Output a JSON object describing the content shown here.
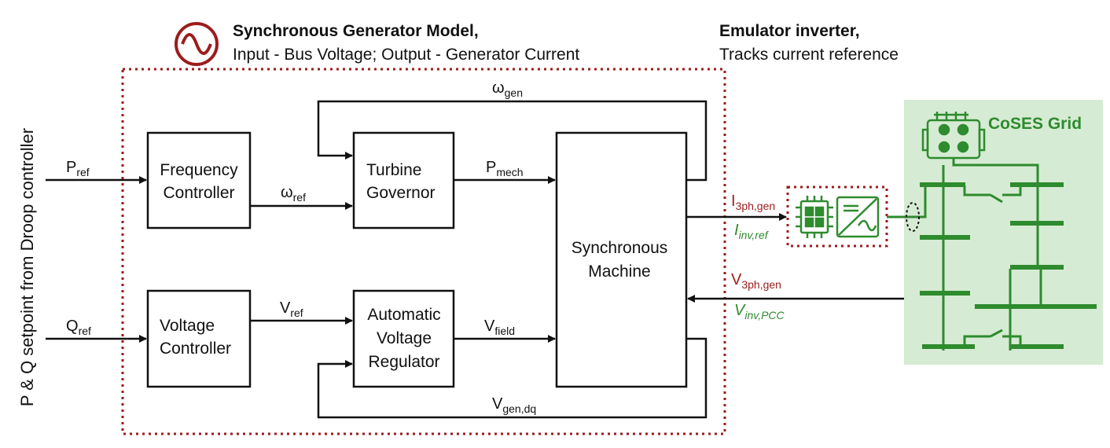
{
  "headers": {
    "sg_title": "Synchronous Generator Model,",
    "sg_subtitle": "Input - Bus Voltage; Output - Generator Current",
    "inv_title": "Emulator inverter,",
    "inv_subtitle": "Tracks current reference"
  },
  "side_label": "P & Q setpoint from Droop controller",
  "blocks": {
    "freq": [
      "Frequency",
      "Controller"
    ],
    "turbine": [
      "Turbine",
      "Governor"
    ],
    "volt": [
      "Voltage",
      "Controller"
    ],
    "avr": [
      "Automatic",
      "Voltage",
      "Regulator"
    ],
    "sync": [
      "Synchronous",
      "Machine"
    ]
  },
  "signals": {
    "p_ref": {
      "main": "P",
      "sub": "ref"
    },
    "q_ref": {
      "main": "Q",
      "sub": "ref"
    },
    "w_ref": {
      "main": "ω",
      "sub": "ref"
    },
    "w_gen": {
      "main": "ω",
      "sub": "gen"
    },
    "p_mech": {
      "main": "P",
      "sub": "mech"
    },
    "v_ref": {
      "main": "V",
      "sub": "ref"
    },
    "v_field": {
      "main": "V",
      "sub": "field"
    },
    "v_gen_dq": {
      "main": "V",
      "sub": "gen,dq"
    },
    "i_3ph_gen": {
      "main": "I",
      "sub": "3ph,gen"
    },
    "i_inv_ref": {
      "main": "I",
      "sub": "inv,ref"
    },
    "v_3ph_gen": {
      "main": "V",
      "sub": "3ph,gen"
    },
    "v_inv_pcc": {
      "main": "V",
      "sub": "inv,PCC"
    }
  },
  "grid_label": "CoSES Grid",
  "colors": {
    "red": "#9b1c1c",
    "green": "#2e8b2e",
    "grid_bg": "#d6ebd3",
    "line": "#111111"
  }
}
